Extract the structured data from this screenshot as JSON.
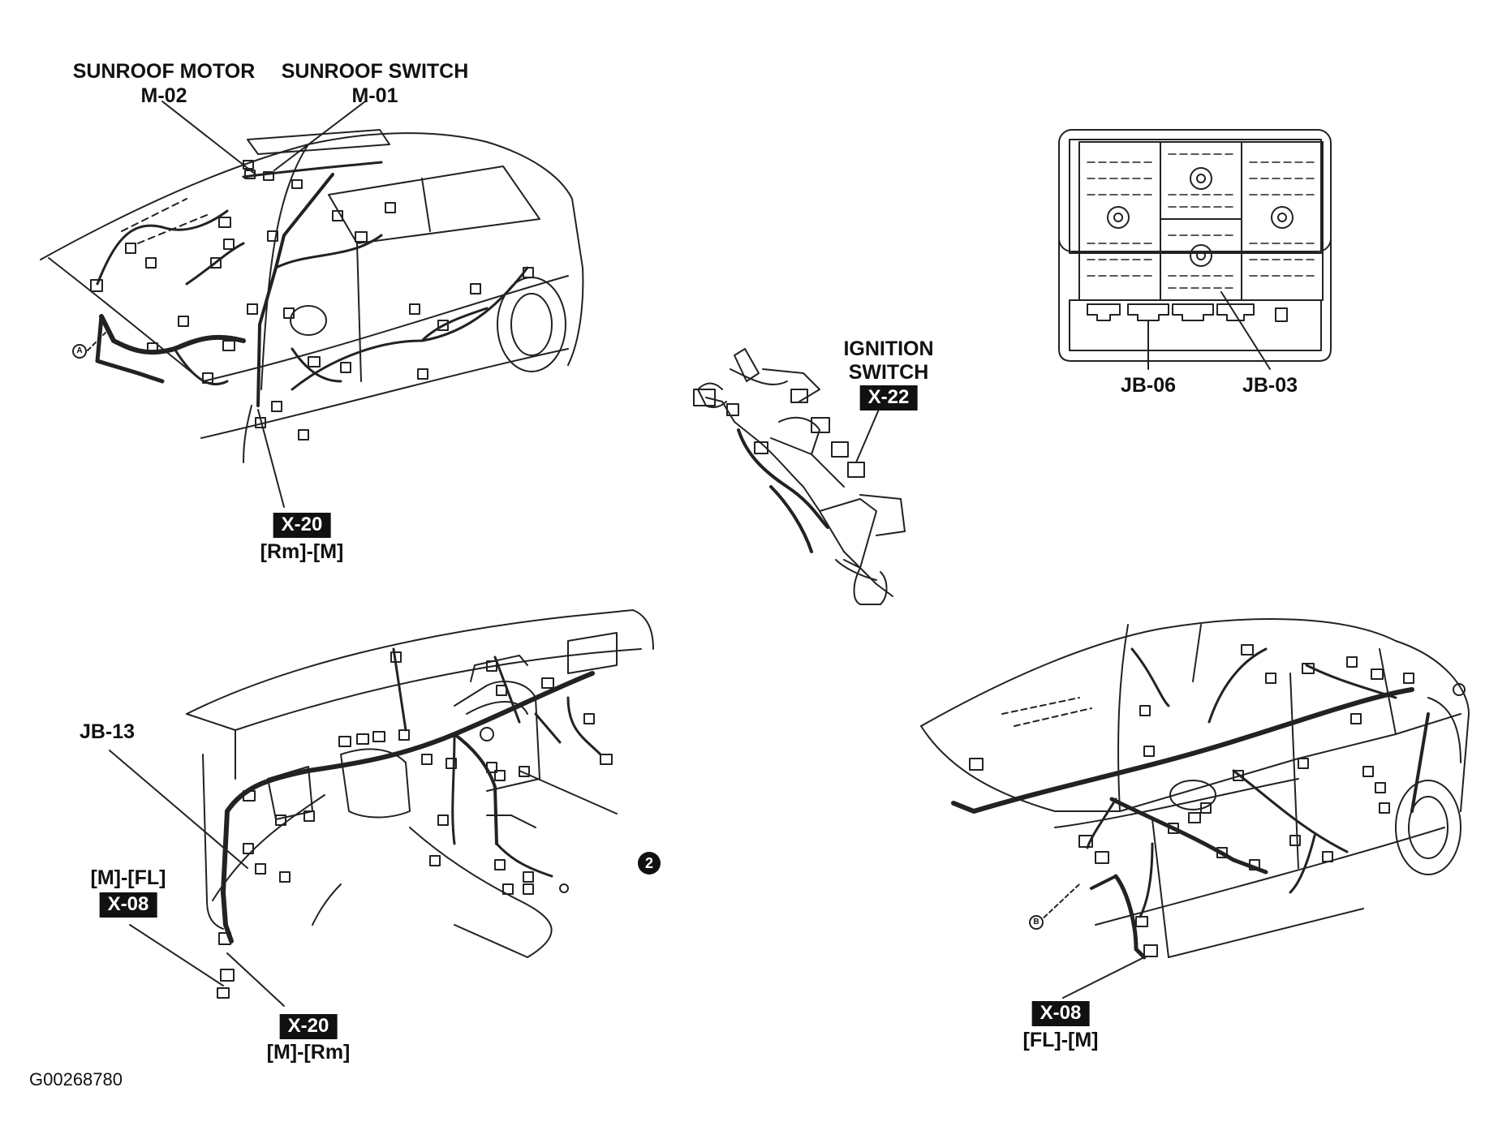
{
  "labels": {
    "sunroof_motor_name": "SUNROOF MOTOR",
    "sunroof_motor_code": "M-02",
    "sunroof_switch_name": "SUNROOF SWITCH",
    "sunroof_switch_code": "M-01",
    "x20_top_tag": "X-20",
    "x20_top_sub": "[Rm]-[M]",
    "ignition_line1": "IGNITION",
    "ignition_line2": "SWITCH",
    "ignition_tag": "X-22",
    "jb06": "JB-06",
    "jb03": "JB-03",
    "jb13": "JB-13",
    "x08_left_sub": "[M]-[FL]",
    "x08_left_tag": "X-08",
    "x20_bottom_tag": "X-20",
    "x20_bottom_sub": "[M]-[Rm]",
    "callout_2": "2",
    "x08_right_tag": "X-08",
    "x08_right_sub": "[FL]-[M]",
    "ref_a": "A",
    "ref_b": "B",
    "figure_id": "G00268780"
  },
  "colors": {
    "ink": "#111111",
    "paper": "#ffffff"
  }
}
